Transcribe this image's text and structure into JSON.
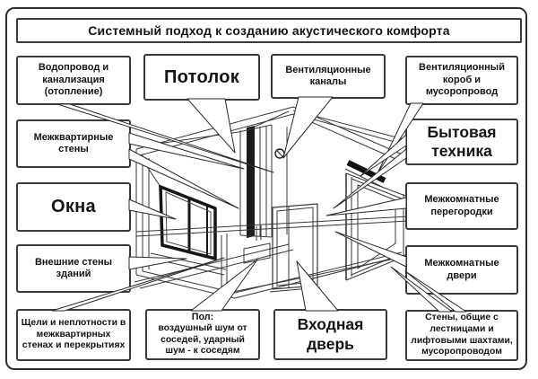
{
  "title": "Системный подход к созданию акустического комфорта",
  "colors": {
    "ink": "#141414",
    "line": "#383838",
    "box_border": "#3a3a3a",
    "dark_fill": "#1b1b1b",
    "background": "#ffffff"
  },
  "left_column": {
    "water": "Водопровод и канализация (отопление)",
    "party_walls": "Межквартирные стены",
    "windows": "Окна",
    "external_walls": "Внешние стены зданий",
    "cracks": "Щели и неплотности в межквартирных стенах и перекрытиях"
  },
  "top_row": {
    "ceiling": "Потолок",
    "vent_channels": "Вентиляционные каналы"
  },
  "right_column": {
    "vent_box": "Вентиляционный короб и мусоропровод",
    "appliances": "Бытовая техника",
    "partitions": "Межкомнатные перегородки",
    "interior_doors": "Межкомнатные двери",
    "shared_walls": "Стены, общие с лестницами и лифтовыми шахтами, мусоропроводом"
  },
  "bottom_row": {
    "floor_title": "Пол:",
    "floor_desc": "воздушный шум от соседей, ударный шум - к соседям",
    "entrance_door": "Входная дверь"
  }
}
